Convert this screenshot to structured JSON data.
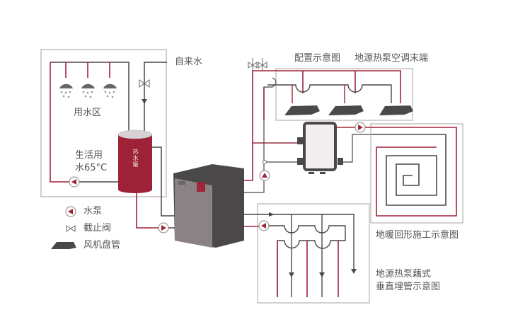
{
  "labels": {
    "tap_water": "自来水",
    "water_use_zone": "用水区",
    "domestic_water_line1": "生活用",
    "domestic_water_line2": "水65°C",
    "tank_label": "热水罐",
    "config_diagram": "配置示意图",
    "ac_terminal": "地源热泵空调末端",
    "floor_heating": "地暖回形施工示意图",
    "vertical_pipe_line1": "地源热泵藕式",
    "vertical_pipe_line2": "垂直埋管示意图"
  },
  "legend": [
    {
      "icon": "pump-icon",
      "label": "水泵"
    },
    {
      "icon": "stop-valve-icon",
      "label": "截止阀"
    },
    {
      "icon": "fan-coil-icon",
      "label": "风机盘管"
    }
  ],
  "colors": {
    "hot_pipe": "#a0243a",
    "cold_pipe": "#4a4748",
    "frame": "#b8b2b2",
    "tank": "#9e2237",
    "unit_dark": "#4b4849",
    "unit_front": "#8a8284",
    "pump_fill": "#a0243a"
  }
}
